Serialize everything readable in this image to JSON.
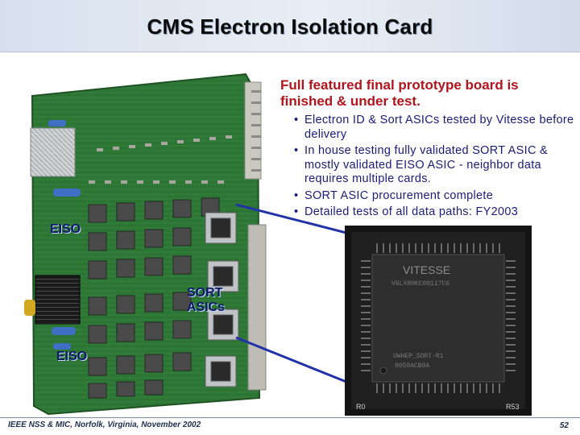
{
  "slide": {
    "title": "CMS Electron Isolation Card",
    "lead": "Full featured final prototype board is finished & under test.",
    "bullets": [
      "Electron ID & Sort ASICs tested by Vitesse before delivery",
      "In house testing fully validated SORT ASIC & mostly validated EISO ASIC - neighbor data requires multiple cards.",
      "SORT ASIC procurement complete",
      "Detailed tests of all data paths: FY2003"
    ],
    "labels": {
      "eiso_top": "EISO",
      "sort": "SORT ASICs",
      "eiso_bottom": "EISO"
    },
    "chip_markings": {
      "brand": "VITESSE",
      "code": "VGLX80KC00117CG",
      "part": "UWHEP_SORT-R1",
      "lot": "0050ACB0A",
      "ref_bottom_left": "R0",
      "ref_bottom_right": "R53"
    },
    "footer": "IEEE NSS & MIC, Norfolk, Virginia, November 2002",
    "page_number": "52"
  },
  "colors": {
    "title_bar": "#dfe6f0",
    "lead_text": "#b2141c",
    "bullet_text": "#1b1b7a",
    "board_green": "#2f7a38",
    "connector_line": "#2233aa"
  }
}
